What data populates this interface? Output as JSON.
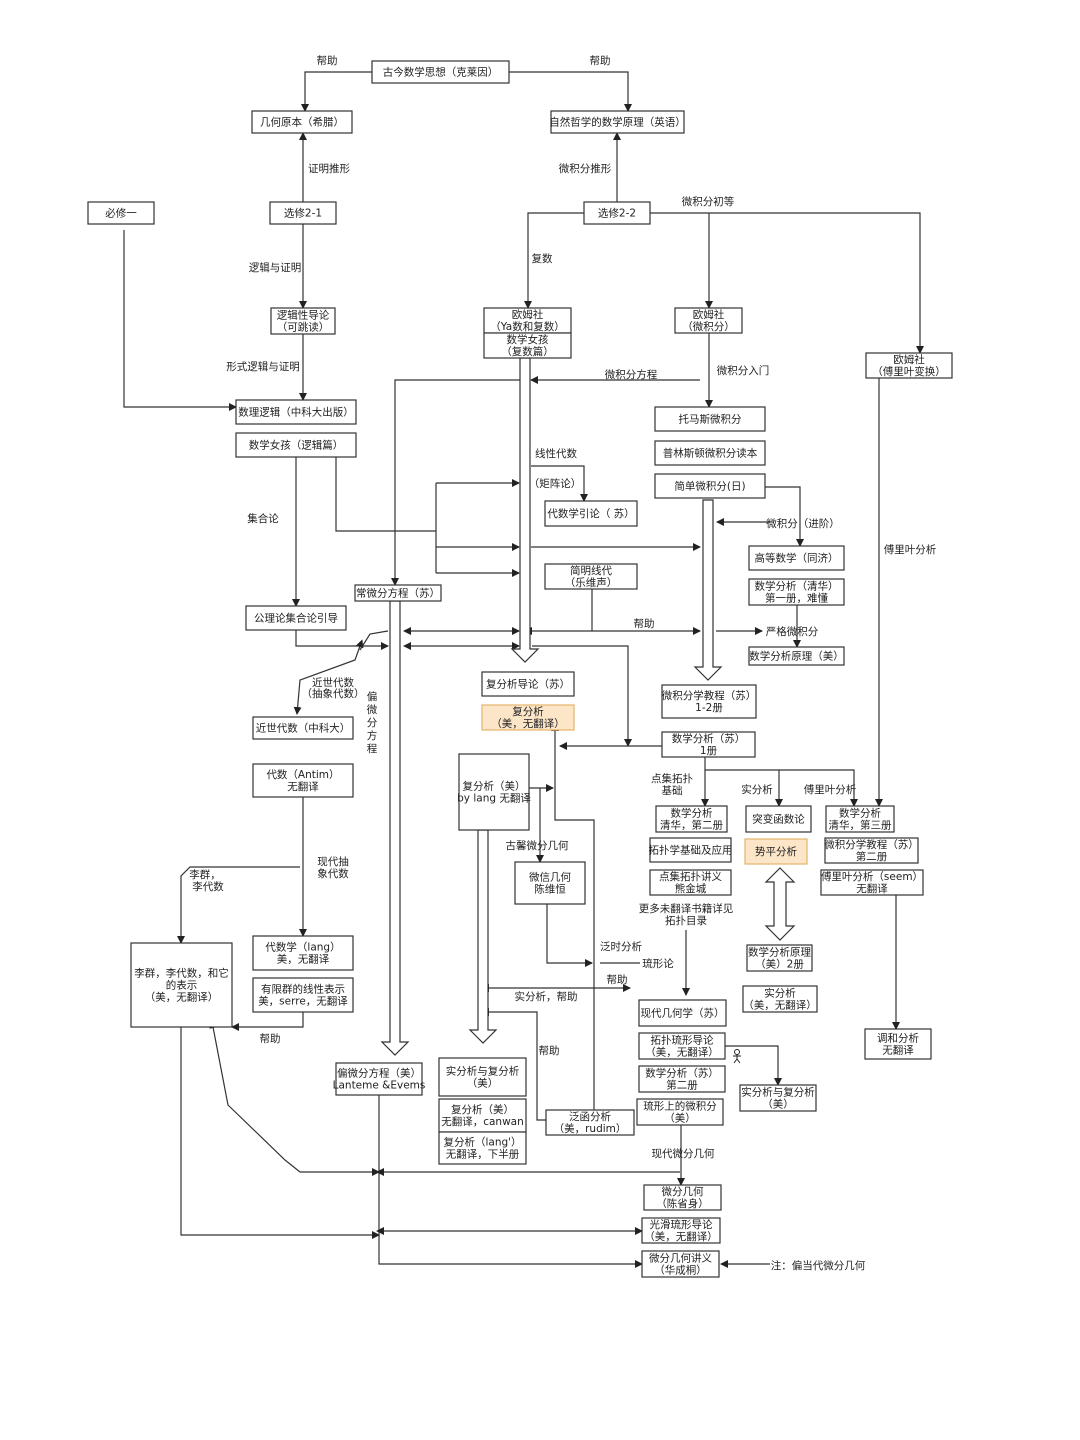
{
  "diagram": {
    "title": "数学学习路线图",
    "nodes": [
      {
        "id": "gujin",
        "lines": [
          "古今数学思想（克莱因）"
        ]
      },
      {
        "id": "jihe",
        "lines": [
          "几何原本（希腊）"
        ]
      },
      {
        "id": "ziran",
        "lines": [
          "自然哲学的数学原理（英语）"
        ]
      },
      {
        "id": "bixiu1",
        "lines": [
          "必修一"
        ]
      },
      {
        "id": "xx21",
        "lines": [
          "选修2-1"
        ]
      },
      {
        "id": "xx22",
        "lines": [
          "选修2-2"
        ]
      },
      {
        "id": "luoji",
        "lines": [
          "逻辑性导论",
          "（可跳读）"
        ]
      },
      {
        "id": "omu_ya",
        "lines": [
          "欧姆社",
          "（Ya数和复数）"
        ]
      },
      {
        "id": "nvhai_fs",
        "lines": [
          "数学女孩",
          "（复数篇）"
        ]
      },
      {
        "id": "omu_wjf",
        "lines": [
          "欧姆社",
          "（微积分）"
        ]
      },
      {
        "id": "omu_fly",
        "lines": [
          "欧姆社",
          "（傅里叶变换）"
        ]
      },
      {
        "id": "shuli",
        "lines": [
          "数理逻辑（中科大出版）"
        ]
      },
      {
        "id": "nvhai_lj",
        "lines": [
          "数学女孩（逻辑篇）"
        ]
      },
      {
        "id": "tuomasi",
        "lines": [
          "托马斯微积分"
        ]
      },
      {
        "id": "pulin",
        "lines": [
          "普林斯顿微积分读本"
        ]
      },
      {
        "id": "jiandan",
        "lines": [
          "简单微积分(日)"
        ]
      },
      {
        "id": "daishu_yl",
        "lines": [
          "代数学引论（ 苏）"
        ]
      },
      {
        "id": "gaoshu",
        "lines": [
          "高等数学（同济）"
        ]
      },
      {
        "id": "jianming",
        "lines": [
          "简明线代",
          "（乐维声）"
        ]
      },
      {
        "id": "changwei",
        "lines": [
          "常微分方程（苏）"
        ]
      },
      {
        "id": "shufen_qh1",
        "lines": [
          "数学分析（清华）",
          "第一册，难懂"
        ]
      },
      {
        "id": "gongli",
        "lines": [
          "公理论集合论引导"
        ]
      },
      {
        "id": "shufen_yl",
        "lines": [
          "数学分析原理（美）"
        ]
      },
      {
        "id": "fufen_dl",
        "lines": [
          "复分析导论（苏）"
        ]
      },
      {
        "id": "wjf_jc",
        "lines": [
          "微积分学教程（苏）",
          "1-2册"
        ]
      },
      {
        "id": "jinshi",
        "lines": [
          "近世代数（中科大）"
        ]
      },
      {
        "id": "fufen_mei",
        "lines": [
          "复分析",
          "（美，无翻译）"
        ],
        "highlight": true
      },
      {
        "id": "shufen_su1",
        "lines": [
          "数学分析（苏）",
          "1册"
        ]
      },
      {
        "id": "antim",
        "lines": [
          "代数（Antim）",
          "无翻译"
        ]
      },
      {
        "id": "fufen_lang",
        "lines": [
          "复分析（美）",
          "by lang 无翻译"
        ]
      },
      {
        "id": "shufen_qh2",
        "lines": [
          "数学分析",
          "清华，第二册"
        ]
      },
      {
        "id": "tubian",
        "lines": [
          "突变函数论"
        ]
      },
      {
        "id": "shufen_qh3",
        "lines": [
          "数学分析",
          "清华，第三册"
        ]
      },
      {
        "id": "tuopu_jc",
        "lines": [
          "拓扑学基础及应用"
        ]
      },
      {
        "id": "shiping",
        "lines": [
          "势平分析"
        ],
        "highlight": true
      },
      {
        "id": "wjf_jc2",
        "lines": [
          "微积分学教程（苏）",
          "第二册"
        ]
      },
      {
        "id": "weixin",
        "lines": [
          "微信几何",
          "陈维恒"
        ]
      },
      {
        "id": "dianji",
        "lines": [
          "点集拓扑讲义",
          "熊金城"
        ]
      },
      {
        "id": "fuliye_seem",
        "lines": [
          "傅里叶分析（seem）",
          "无翻译"
        ]
      },
      {
        "id": "liqun",
        "lines": [
          "李群，李代数，和它",
          "的表示",
          "（美，无翻译）"
        ]
      },
      {
        "id": "daishu_lang",
        "lines": [
          "代数学（lang）",
          "美，无翻译"
        ]
      },
      {
        "id": "shufen_yl2",
        "lines": [
          "数学分析原理",
          "（美）2册"
        ]
      },
      {
        "id": "youxian",
        "lines": [
          "有限群的线性表示",
          "美，serre，无翻译"
        ]
      },
      {
        "id": "shifen_mei",
        "lines": [
          "实分析",
          "（美，无翻译）"
        ]
      },
      {
        "id": "xiandai_jh",
        "lines": [
          "现代几何学（苏）"
        ]
      },
      {
        "id": "tuopu_lx",
        "lines": [
          "拓扑琉形导论",
          "（美，无翻译）"
        ]
      },
      {
        "id": "tiaohe",
        "lines": [
          "调和分析",
          "无翻译"
        ]
      },
      {
        "id": "pianwei",
        "lines": [
          "偏微分方程（美）",
          "Lanteme &Evems"
        ]
      },
      {
        "id": "shifu_mei",
        "lines": [
          "实分析与复分析",
          "（美）"
        ]
      },
      {
        "id": "shufen_su2",
        "lines": [
          "数学分析（苏）",
          "第二册"
        ]
      },
      {
        "id": "shifu_mei2",
        "lines": [
          "实分析与复分析",
          "（美）"
        ]
      },
      {
        "id": "fufen_canwan",
        "lines": [
          "复分析（美）",
          "无翻译，canwan"
        ]
      },
      {
        "id": "fanhan",
        "lines": [
          "泛函分析",
          "（美，rudim）"
        ]
      },
      {
        "id": "liuxing_wjf",
        "lines": [
          "琉形上的微积分",
          "（美）"
        ]
      },
      {
        "id": "fufen_lang2",
        "lines": [
          "复分析（lang'）",
          "无翻译，下半册"
        ]
      },
      {
        "id": "weifen_chen",
        "lines": [
          "微分几何",
          "（陈省身）"
        ]
      },
      {
        "id": "guanghua",
        "lines": [
          "光滑琉形导论",
          "（美，无翻译）"
        ]
      },
      {
        "id": "weifen_jy",
        "lines": [
          "微分几何讲义",
          "（华成桐）"
        ]
      }
    ],
    "labels": [
      {
        "id": "l_bz1",
        "text": "帮助"
      },
      {
        "id": "l_bz2",
        "text": "帮助"
      },
      {
        "id": "l_zmtx",
        "text": "证明推形"
      },
      {
        "id": "l_wjftx",
        "text": "微积分推形"
      },
      {
        "id": "l_wjfcd",
        "text": "微积分初等"
      },
      {
        "id": "l_ljyzm",
        "text": "逻辑与证明"
      },
      {
        "id": "l_fushu",
        "text": "复数"
      },
      {
        "id": "l_xsljyzm",
        "text": "形式逻辑与证明"
      },
      {
        "id": "l_wjffc",
        "text": "微积分方程"
      },
      {
        "id": "l_wjfrm",
        "text": "微积分入门"
      },
      {
        "id": "l_xxds",
        "text": "线性代数"
      },
      {
        "id": "l_jzl",
        "text": "（矩阵论）"
      },
      {
        "id": "l_jhl",
        "text": "集合论"
      },
      {
        "id": "l_wjfjj",
        "text": "微积分（进阶）"
      },
      {
        "id": "l_flyfx",
        "text": "傅里叶分析"
      },
      {
        "id": "l_bz3",
        "text": "帮助"
      },
      {
        "id": "l_ygwjf",
        "text": "严格微积分"
      },
      {
        "id": "l_jsds1",
        "text": "近世代数"
      },
      {
        "id": "l_jsds2",
        "text": "（抽象代数）"
      },
      {
        "id": "l_pwffc",
        "text": "偏微分方程"
      },
      {
        "id": "l_djtp1",
        "text": "点集拓扑"
      },
      {
        "id": "l_djtp2",
        "text": "基础"
      },
      {
        "id": "l_sfx",
        "text": "实分析"
      },
      {
        "id": "l_flyfx2",
        "text": "傅里叶分析"
      },
      {
        "id": "l_gdwfjh",
        "text": "古馨微分几何"
      },
      {
        "id": "l_xdcx1",
        "text": "现代抽"
      },
      {
        "id": "l_xdcx2",
        "text": "象代数"
      },
      {
        "id": "l_lq1",
        "text": "李群，"
      },
      {
        "id": "l_lq2",
        "text": "李代数"
      },
      {
        "id": "l_gengduo1",
        "text": "更多未翻译书籍详见"
      },
      {
        "id": "l_gengduo2",
        "text": "拓扑目录"
      },
      {
        "id": "l_fsfx",
        "text": "泛时分析"
      },
      {
        "id": "l_lxl",
        "text": "琉形论"
      },
      {
        "id": "l_bz4",
        "text": "帮助"
      },
      {
        "id": "l_sfxbz",
        "text": "实分析，帮助"
      },
      {
        "id": "l_bz5",
        "text": "帮助"
      },
      {
        "id": "l_bz6",
        "text": "帮助"
      },
      {
        "id": "l_xdwfjh",
        "text": "现代微分几何"
      },
      {
        "id": "l_zhu",
        "text": "注：偏当代微分几何"
      }
    ]
  }
}
